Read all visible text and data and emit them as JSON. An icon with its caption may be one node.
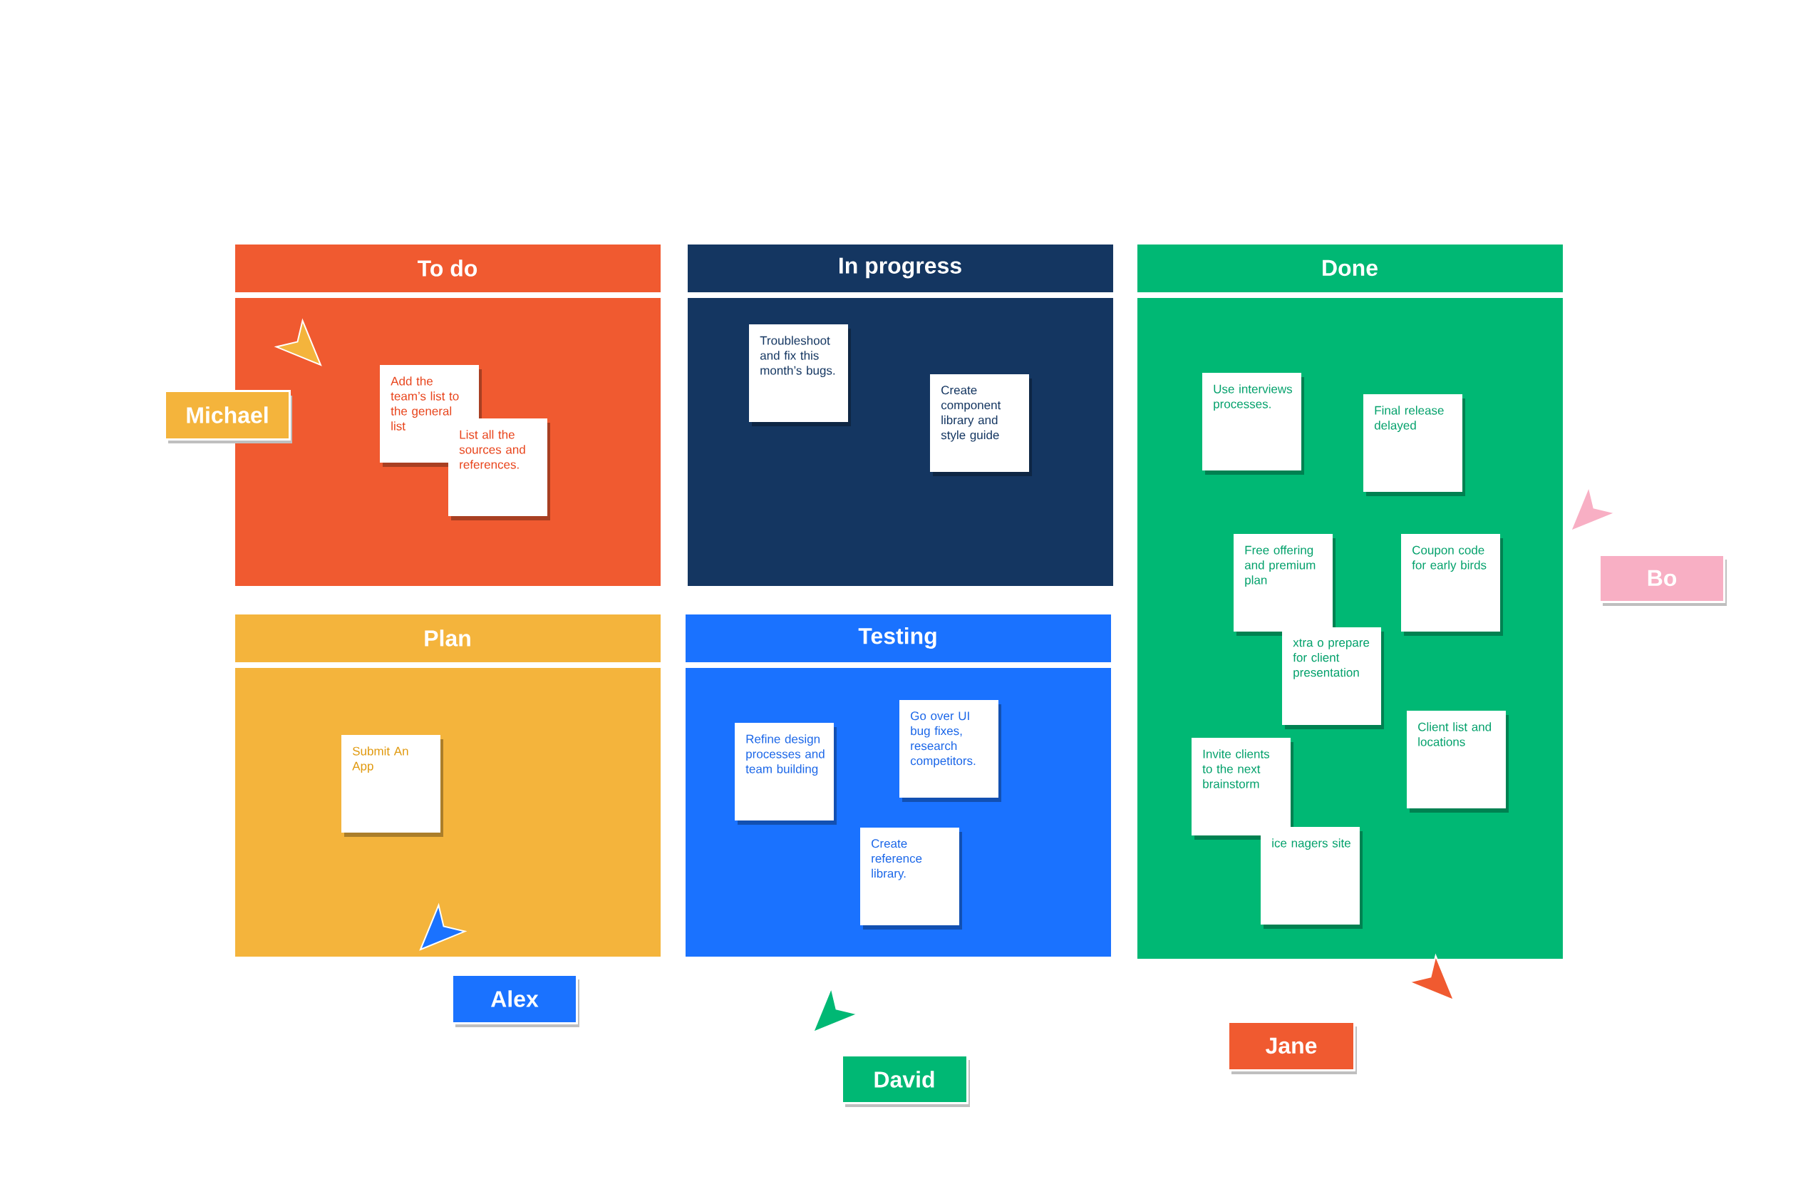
{
  "diagram": {
    "nodes": [
      {
        "text": [
          "To do"
        ]
      },
      {
        "text": [
          "Add the team’s list to the general list"
        ],
        "in": 0
      },
      {
        "text": [
          "List all the sources and references."
        ],
        "in": 0
      },
      {
        "text": [
          "In progress"
        ]
      },
      {
        "text": [
          "Troubleshoot and fix this month’s bugs."
        ],
        "in": 3
      },
      {
        "text": [
          "Create component library and style guide"
        ],
        "in": 3
      },
      {
        "text": [
          "Done"
        ]
      },
      {
        "text": [
          "Use interviews processes."
        ],
        "in": 6
      },
      {
        "text": [
          "Final release delayed"
        ],
        "in": 6
      },
      {
        "text": [
          "Free offering and premium plan"
        ],
        "in": 6
      },
      {
        "text": [
          "Coupon code for early birds"
        ],
        "in": 6
      },
      {
        "text": [
          "xtra o prepare for client presentation"
        ],
        "in": 6
      },
      {
        "text": [
          "Client list and locations"
        ],
        "in": 6
      },
      {
        "text": [
          "Invite clients to the next brainstorm"
        ],
        "in": 6
      },
      {
        "text": [
          "ice nagers site"
        ],
        "in": 6
      },
      {
        "text": [
          "Plan"
        ]
      },
      {
        "text": [
          "Submit An App"
        ],
        "in": 15
      },
      {
        "text": [
          "Testing"
        ]
      },
      {
        "text": [
          "Refine design processes and team building"
        ],
        "in": 17
      },
      {
        "text": [
          "Go over UI bug fixes, research competitors."
        ],
        "in": 17
      },
      {
        "text": [
          "Create reference library."
        ],
        "in": 17
      },
      {
        "text": [
          "Michael"
        ]
      },
      {
        "text": [
          "Bo"
        ]
      },
      {
        "text": [
          "Alex"
        ]
      },
      {
        "text": [
          "David"
        ]
      },
      {
        "text": [
          "Jane"
        ]
      }
    ]
  }
}
